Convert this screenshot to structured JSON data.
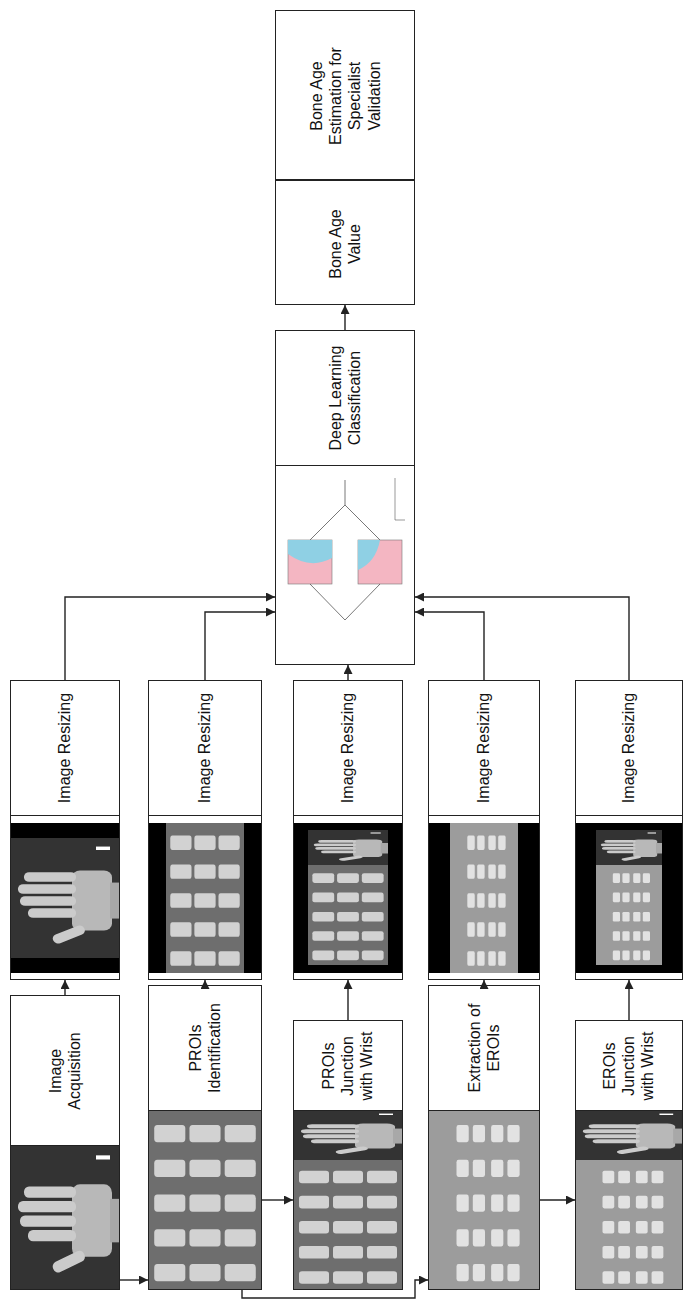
{
  "diagram": {
    "nodes": [
      {
        "text": [
          "Image Acquisition"
        ]
      },
      {
        "text": [
          "PROIs Identification"
        ]
      },
      {
        "text": [
          "PROIs Junction with Wrist"
        ]
      },
      {
        "text": [
          "Extraction of EROIs"
        ]
      },
      {
        "text": [
          "EROIs Junction with Wrist"
        ]
      },
      {
        "text": [
          "Image Resizing"
        ]
      },
      {
        "text": [
          "Image Resizing"
        ]
      },
      {
        "text": [
          "Image Resizing"
        ]
      },
      {
        "text": [
          "Image Resizing"
        ]
      },
      {
        "text": [
          "Image Resizing"
        ]
      },
      {
        "text": [
          "Deep Learning Classification"
        ]
      },
      {
        "text": [
          "Bone Age Value"
        ]
      },
      {
        "text": [
          "Bone Age Estimation for Specialist Validation"
        ]
      }
    ],
    "edges": [
      {
        "from": 0,
        "to": 1,
        "arrow": "to"
      },
      {
        "from": 1,
        "to": 2,
        "arrow": "to"
      },
      {
        "from": 1,
        "to": 3,
        "arrow": "to"
      },
      {
        "from": 3,
        "to": 4,
        "arrow": "to"
      },
      {
        "from": 0,
        "to": 5,
        "arrow": "to"
      },
      {
        "from": 1,
        "to": 6,
        "arrow": "to"
      },
      {
        "from": 2,
        "to": 7,
        "arrow": "to"
      },
      {
        "from": 3,
        "to": 8,
        "arrow": "to"
      },
      {
        "from": 4,
        "to": 9,
        "arrow": "to"
      },
      {
        "from": 5,
        "to": 10,
        "arrow": "to"
      },
      {
        "from": 6,
        "to": 10,
        "arrow": "to"
      },
      {
        "from": 7,
        "to": 10,
        "arrow": "to"
      },
      {
        "from": 8,
        "to": 10,
        "arrow": "to"
      },
      {
        "from": 9,
        "to": 10,
        "arrow": "to"
      },
      {
        "from": 10,
        "to": 11,
        "arrow": "to"
      }
    ]
  }
}
